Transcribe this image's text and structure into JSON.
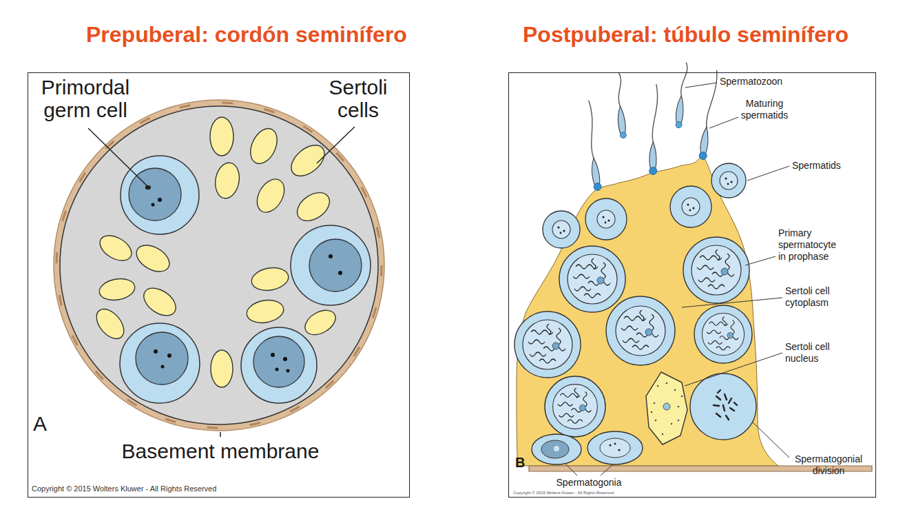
{
  "diagram": {
    "nodes": [
      {
        "text": [
          "Prepuberal: cordón seminífero"
        ]
      },
      {
        "text": [
          "Postpuberal: túbulo seminífero"
        ]
      }
    ],
    "labels": [
      "Primordal germ cell",
      "Sertoli cells",
      "A",
      "Basement membrane",
      "Copyright © 2015 Wolters Kluwer - All Rights Reserved",
      "Spermatozoon",
      "Maturing spermatids",
      "Spermatids",
      "Primary spermatocyte in prophase",
      "Sertoli cell cytoplasm",
      "Sertoli cell nucleus",
      "B",
      "Spermatogonia",
      "Spermatogonial division",
      "Copyright © 2015 Wolters Kluwer - All Rights Reserved"
    ]
  }
}
